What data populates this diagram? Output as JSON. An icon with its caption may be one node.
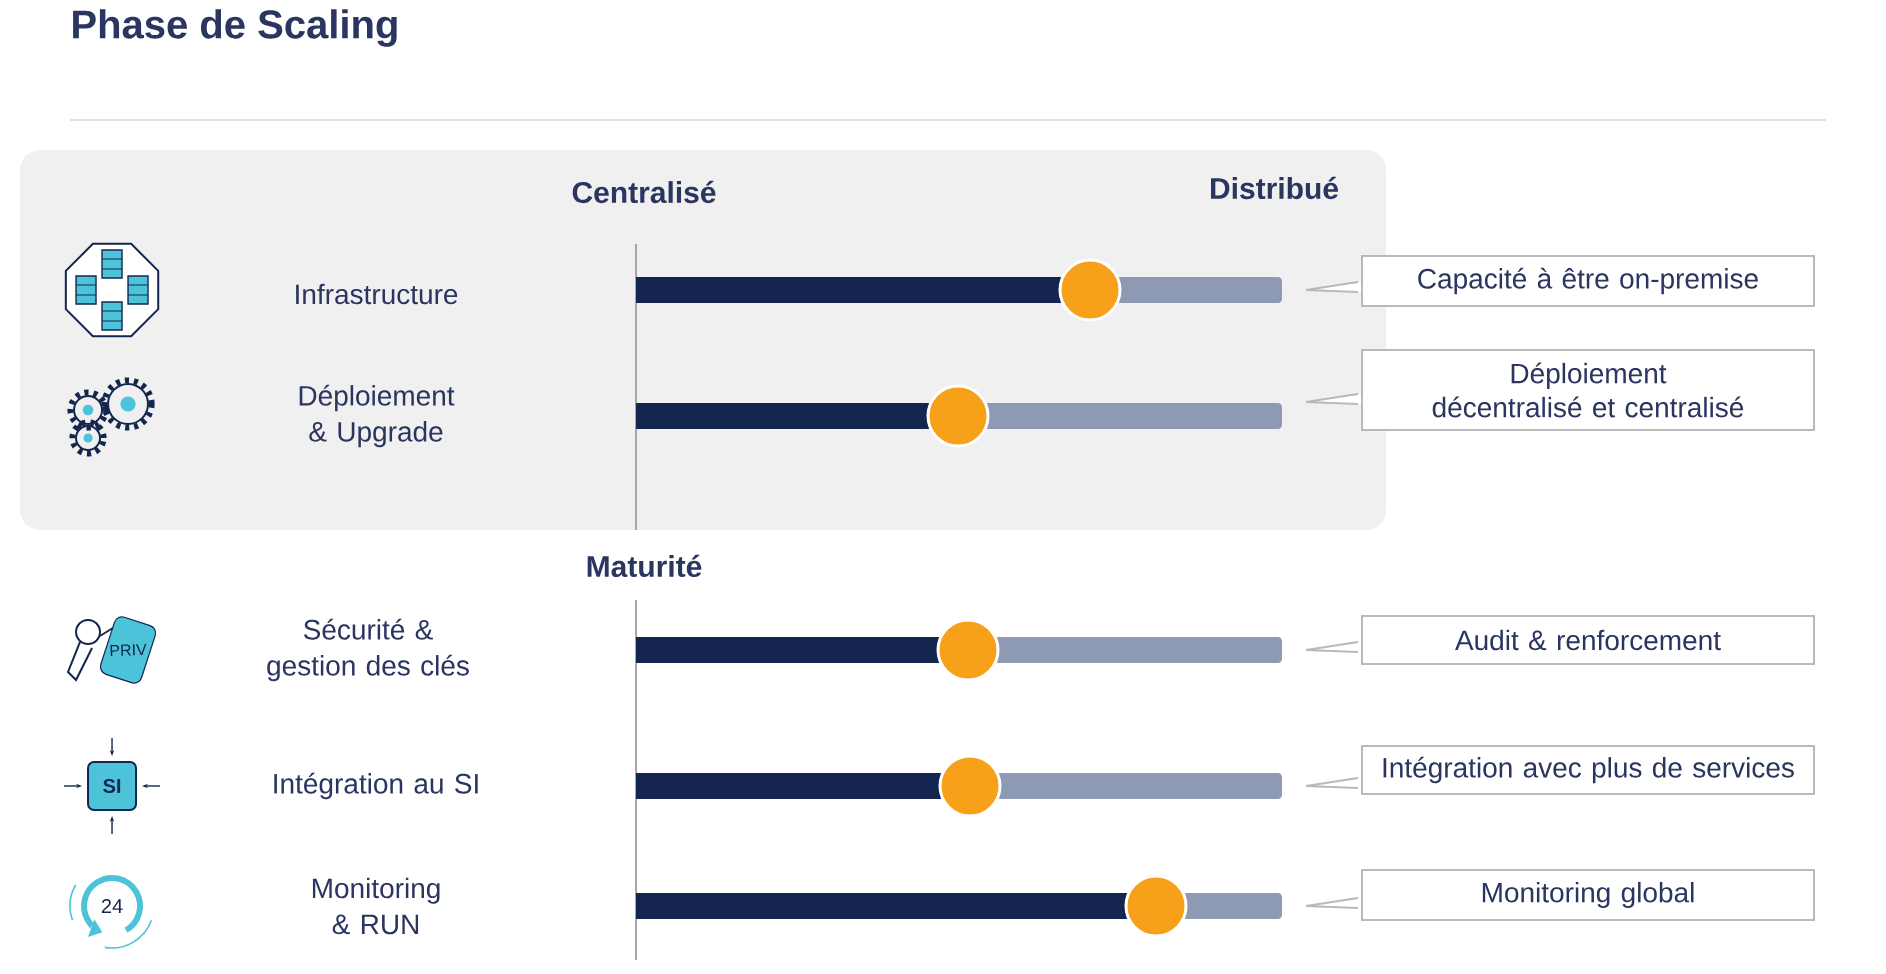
{
  "diagram": {
    "title": "Phase de Scaling",
    "nodes": [
      {
        "text": [
          "Capacité à être on-premise"
        ]
      },
      {
        "text": [
          "Déploiement décentralisé et centralisé"
        ]
      },
      {
        "text": [
          "Audit & renforcement"
        ]
      },
      {
        "text": [
          "Intégration avec plus de services"
        ]
      },
      {
        "text": [
          "Monitoring global"
        ]
      }
    ],
    "labels": [
      "Centralisé",
      "Distribué",
      "Infrastructure",
      "Déploiement & Upgrade",
      "Maturité",
      "PRIV",
      "Sécurité & gestion des clés",
      "SI",
      "Intégration au SI",
      "24",
      "Monitoring & RUN"
    ]
  }
}
